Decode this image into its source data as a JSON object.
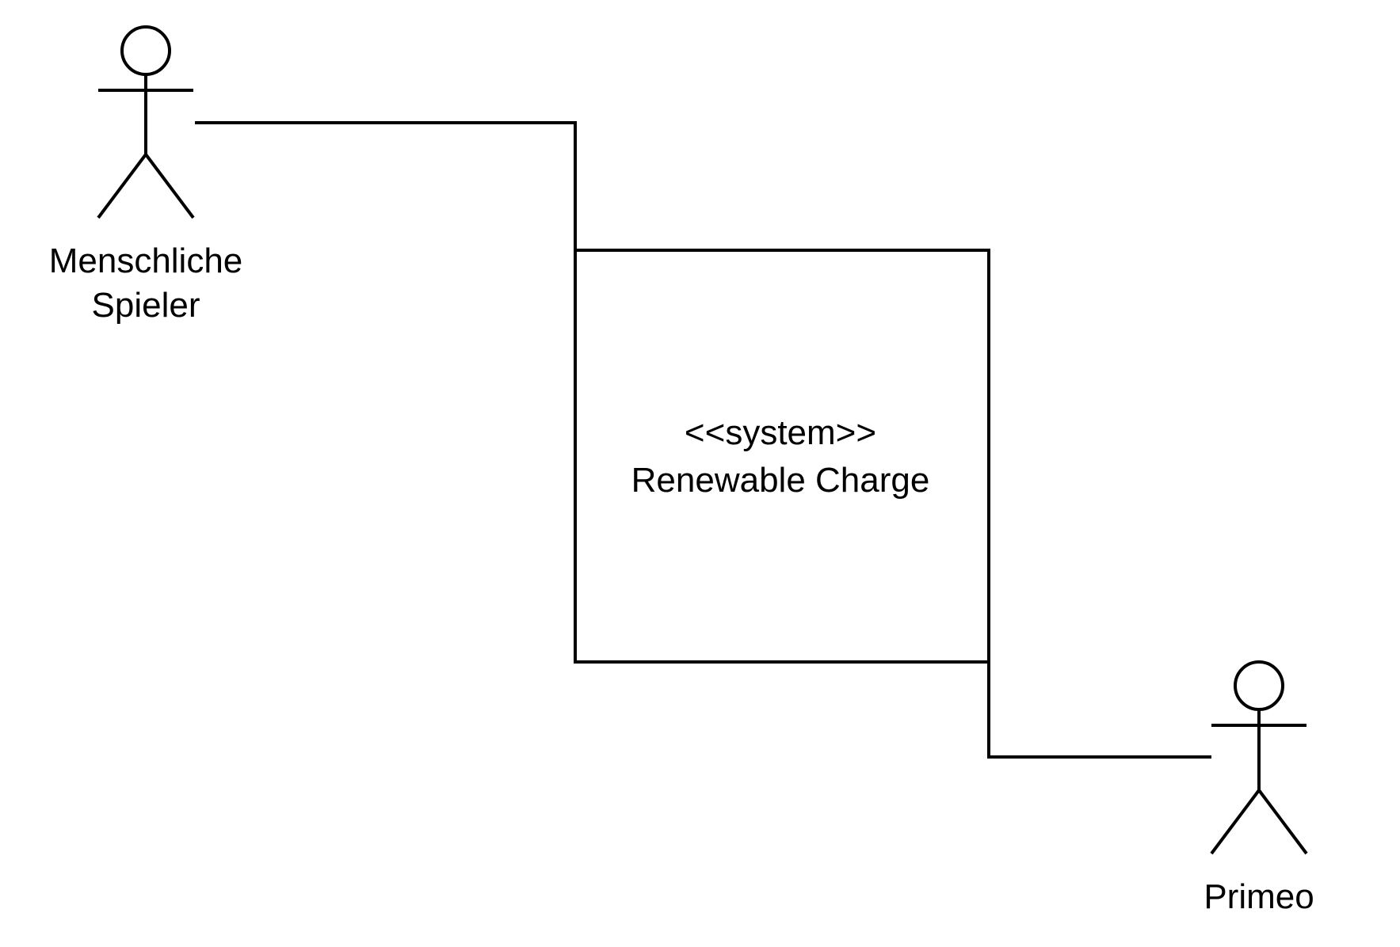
{
  "diagram": {
    "type": "uml-use-case",
    "system": {
      "stereotype": "<<system>>",
      "name": "Renewable Charge"
    },
    "actors": [
      {
        "name_line1": "Menschliche",
        "name_line2": "Spieler"
      },
      {
        "name_line1": "Primeo"
      }
    ],
    "associations": [
      {
        "from": "Menschliche Spieler",
        "to": "Renewable Charge"
      },
      {
        "from": "Renewable Charge",
        "to": "Primeo"
      }
    ]
  }
}
